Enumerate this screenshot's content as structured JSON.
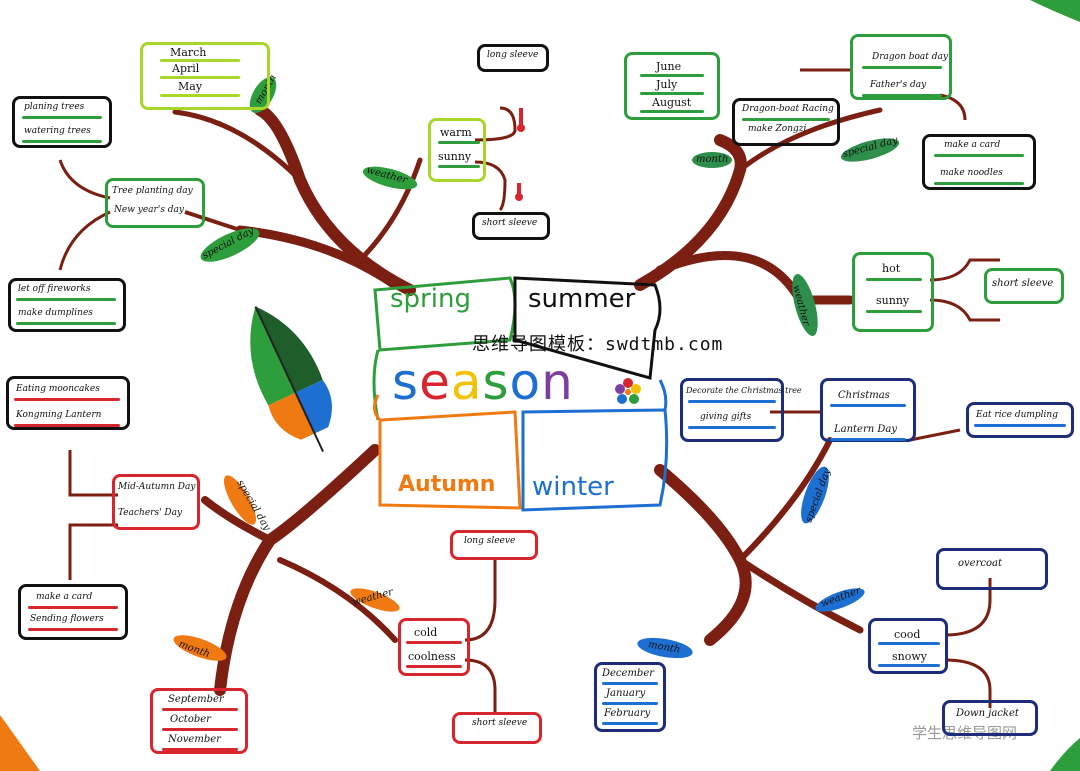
{
  "center": {
    "title_letters": [
      "s",
      "e",
      "a",
      "s",
      "o",
      "n"
    ],
    "title_colors": [
      "#1d6fd1",
      "#d8262e",
      "#f2c200",
      "#2e9e3c",
      "#2d3a9a",
      "#7a3fa0"
    ],
    "quadrants": {
      "spring": "spring",
      "summer": "summer",
      "autumn": "Autumn",
      "winter": "winter"
    }
  },
  "watermark": "思维导图模板：swdtmb.com",
  "corner_mark": "学生思维导图网",
  "spring": {
    "month_tag": "month",
    "months": [
      "March",
      "April",
      "May"
    ],
    "weather_tag": "weather",
    "weather_header": "long sleeve",
    "weather_items": [
      "warm",
      "sunny"
    ],
    "weather_footer": "short sleeve",
    "special_tag": "special day",
    "days": [
      "Tree planting day",
      "New year's day"
    ],
    "day_acts_top": [
      "planing trees",
      "watering trees"
    ],
    "day_acts_bottom": [
      "let off fireworks",
      "make dumplines"
    ]
  },
  "summer": {
    "month_tag": "month",
    "months": [
      "June",
      "July",
      "August"
    ],
    "special_tag": "special day",
    "days_top": [
      "Dragon boat day",
      "Father's day"
    ],
    "dragon_acts": [
      "Dragon-boat Racing",
      "make Zongzi"
    ],
    "father_acts": [
      "make a card",
      "make noodles"
    ],
    "weather_tag": "weather",
    "weather_items": [
      "hot",
      "sunny"
    ],
    "weather_result": "short sleeve"
  },
  "autumn": {
    "special_tag": "special day",
    "days": [
      "Mid-Autumn Day",
      "Teachers' Day"
    ],
    "mid_acts": [
      "Eating mooncakes",
      "Kongming Lantern"
    ],
    "teacher_acts": [
      "make a card",
      "Sending flowers"
    ],
    "weather_tag": "weather",
    "weather_items": [
      "cold",
      "coolness"
    ],
    "weather_header": "long sleeve",
    "weather_footer": "short sleeve",
    "month_tag": "month",
    "months": [
      "September",
      "October",
      "November"
    ]
  },
  "winter": {
    "special_tag": "special day",
    "christmas_acts": [
      "Decorate the Christmas tree",
      "giving gifts"
    ],
    "days": [
      "Christmas",
      "Lantern Day"
    ],
    "lantern_act": "Eat rice dumpling",
    "weather_tag": "weather",
    "weather_items": [
      "cood",
      "snowy"
    ],
    "weather_header": "overcoat",
    "weather_footer": "Down jacket",
    "month_tag": "month",
    "months": [
      "December",
      "January",
      "February"
    ]
  }
}
